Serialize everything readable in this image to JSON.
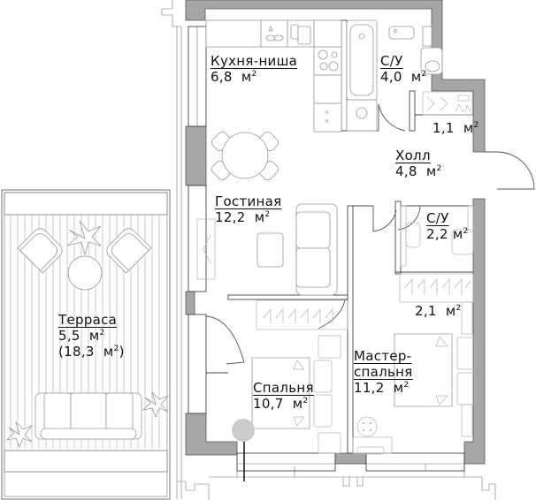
{
  "plan": {
    "type": "apartment floor plan",
    "area_unit": "м",
    "area_unit_power": "2",
    "colors": {
      "wall": "#a6a6a6",
      "line": "#444444",
      "furniture": "#9a9a9a",
      "riser": "#cccccc",
      "background": "#ffffff"
    }
  },
  "rooms": {
    "kitchen": {
      "name": "Кухня-ниша",
      "area": "6,8"
    },
    "bath1": {
      "name": "С/У",
      "area": "4,0"
    },
    "closet1": {
      "area": "1,1"
    },
    "hall": {
      "name": "Холл",
      "area": "4,8"
    },
    "living": {
      "name": "Гостиная",
      "area": "12,2"
    },
    "bath2": {
      "name": "С/У",
      "area": "2,2"
    },
    "closet2": {
      "area": "2,1"
    },
    "terrace": {
      "name": "Терраса",
      "area": "5,5",
      "full_area": "(18,3",
      "full_area_close": ")"
    },
    "bedroom": {
      "name": "Спальня",
      "area": "10,7"
    },
    "master": {
      "name_line1": "Мастер-",
      "name_line2": "спальня",
      "area": "11,2"
    }
  }
}
